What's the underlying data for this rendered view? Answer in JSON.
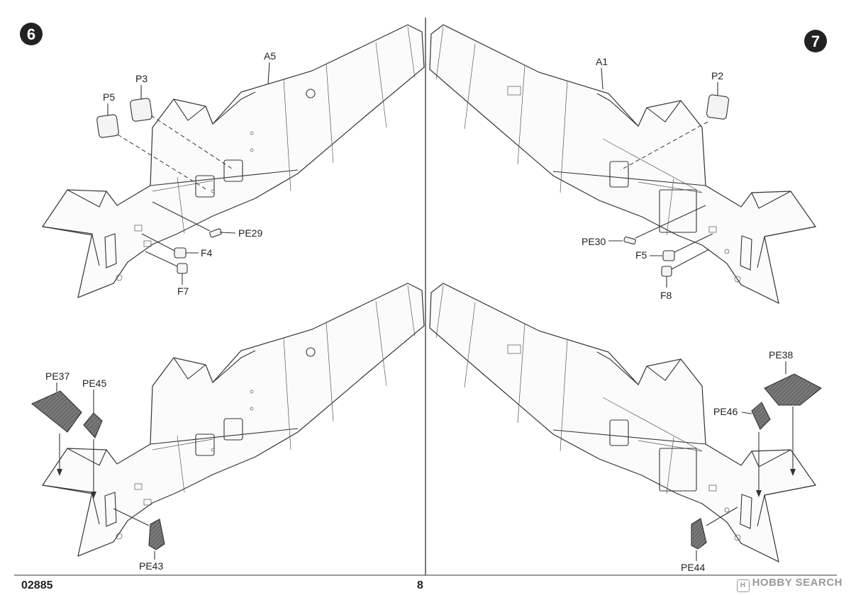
{
  "page": {
    "product_code": "02885",
    "page_number": "8",
    "watermark": "HOBBY SEARCH"
  },
  "steps": [
    {
      "number": "6",
      "parts": [
        "A5",
        "P3",
        "P5",
        "PE29",
        "F4",
        "F7",
        "PE37",
        "PE45",
        "PE43"
      ]
    },
    {
      "number": "7",
      "parts": [
        "A1",
        "P2",
        "PE30",
        "F5",
        "F8",
        "PE38",
        "PE46",
        "PE44"
      ]
    }
  ]
}
